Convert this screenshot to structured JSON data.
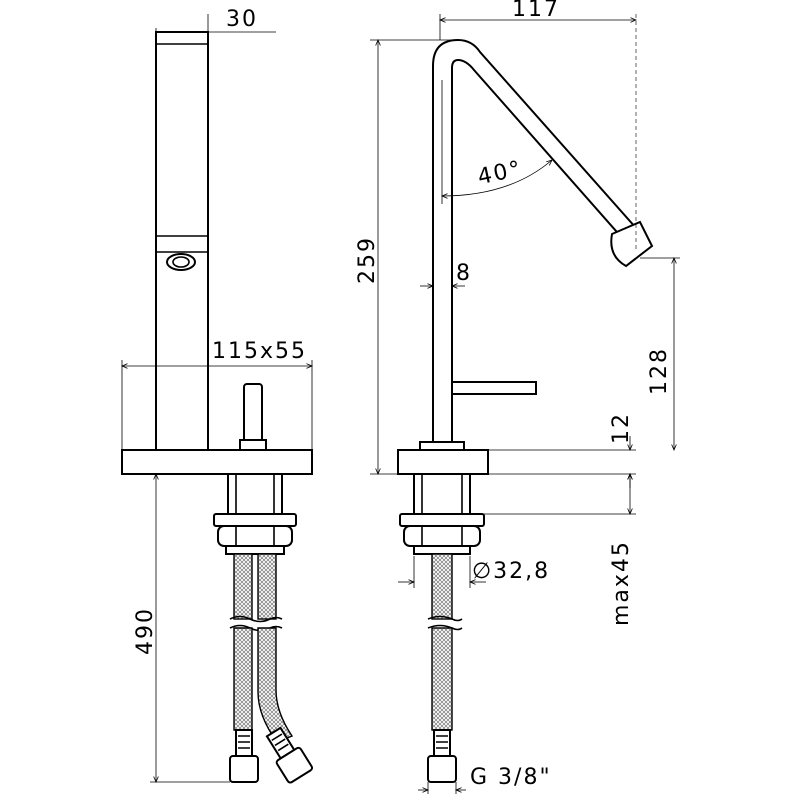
{
  "dimensions": {
    "width_handle": "30",
    "height_total": "259",
    "reach": "117",
    "angle": "40°",
    "tube_diameter": "8",
    "plate_size": "115x55",
    "spout_height": "128",
    "plate_thickness": "12",
    "hose_length": "490",
    "shank_diameter": "∅32,8",
    "max_thickness": "max45",
    "connection": "G 3/8\""
  }
}
